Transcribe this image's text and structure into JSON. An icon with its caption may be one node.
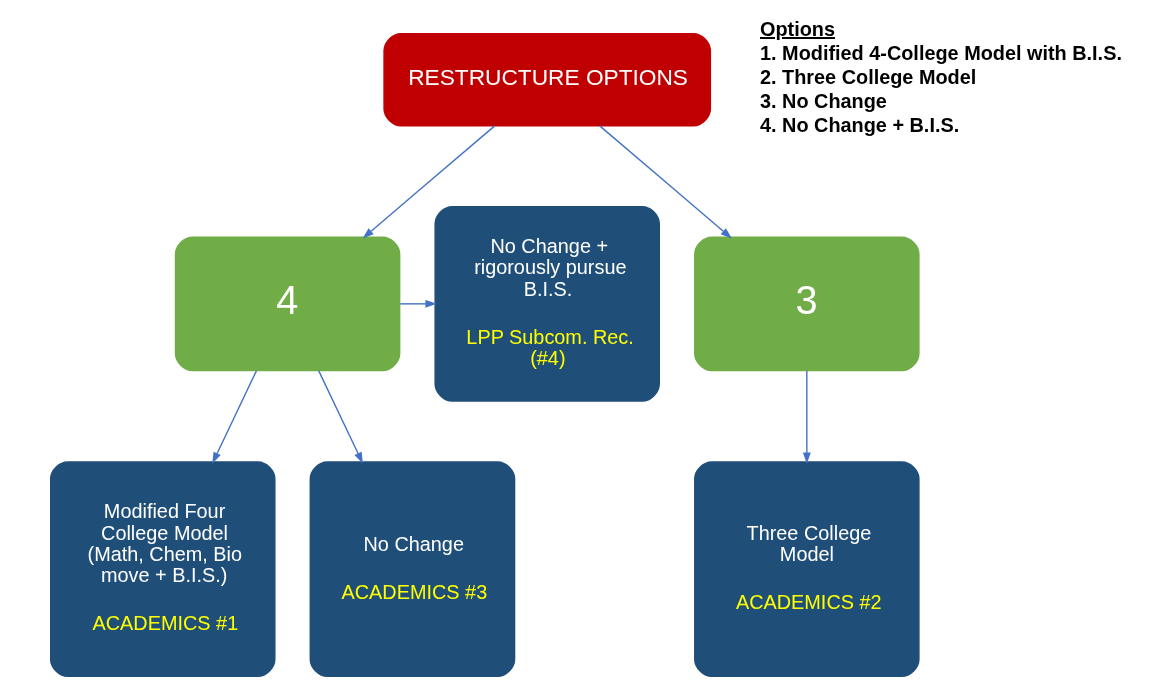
{
  "diagram": {
    "nodes": [
      {
        "text": [
          "RESTRUCTURE OPTIONS"
        ]
      },
      {
        "text": [
          "No Change + rigorously pursue B.I.S.",
          "LPP Subcom. Rec. (#4)"
        ]
      },
      {
        "text": [
          "4"
        ]
      },
      {
        "text": [
          "3"
        ]
      },
      {
        "text": [
          "Modified Four College Model (Math, Chem, Bio move + B.I.S.)",
          "ACADEMICS #1"
        ]
      },
      {
        "text": [
          "No Change",
          "ACADEMICS #3"
        ]
      },
      {
        "text": [
          "Three College Model",
          "ACADEMICS #2"
        ]
      }
    ],
    "edges": [
      {
        "from": 0,
        "to": 2,
        "arrow": "to"
      },
      {
        "from": 0,
        "to": 3,
        "arrow": "to"
      },
      {
        "from": 2,
        "to": 1,
        "arrow": "to"
      },
      {
        "from": 2,
        "to": 4,
        "arrow": "to"
      },
      {
        "from": 2,
        "to": 5,
        "arrow": "to"
      },
      {
        "from": 3,
        "to": 6,
        "arrow": "to"
      }
    ],
    "labels": [
      "Options",
      "1. Modified 4-College Model with B.I.S.",
      "2. Three College Model",
      "3. No Change",
      "4. No Change + B.I.S."
    ]
  }
}
